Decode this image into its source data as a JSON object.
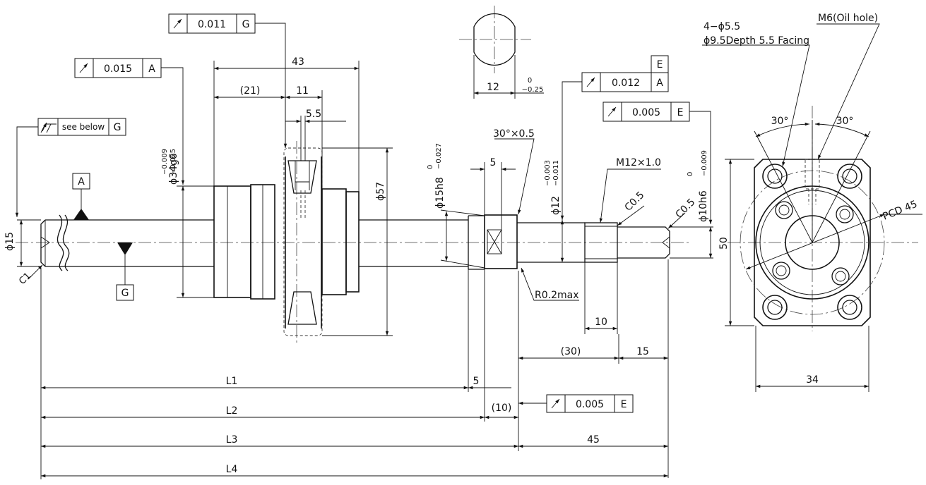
{
  "drawing": {
    "tolerance_frames": [
      {
        "symbol": "runout-arrow",
        "value": "0.011",
        "datum": "G"
      },
      {
        "symbol": "runout-arrow",
        "value": "0.015",
        "datum": "A"
      },
      {
        "symbol": "total-runout-arrows",
        "value": "see below",
        "datum": "G"
      },
      {
        "symbol": "runout-arrow",
        "value": "0.012",
        "datum": "A"
      },
      {
        "symbol": "runout-arrow",
        "value": "0.005",
        "datum": "E"
      },
      {
        "symbol": "runout-arrow",
        "value": "0.005",
        "datum": "E"
      }
    ],
    "datums": {
      "a": "A",
      "g": "G",
      "e": "E"
    },
    "dims": {
      "d43": "43",
      "d21": "(21)",
      "d11": "11",
      "d5_5": "5.5",
      "d34g6": "ϕ34g6",
      "d34g6_up": "−0.009",
      "d34g6_lo": "−0.025",
      "d57": "ϕ57",
      "d15": "ϕ15",
      "c1": "C1",
      "d12w": "12",
      "d12w_up": "0",
      "d12w_lo": "−0.25",
      "d30x05": "30°×0.5",
      "d5": "5",
      "d15h8": "ϕ15h8",
      "d15h8_up": "0",
      "d15h8_lo": "−0.027",
      "d12": "ϕ12",
      "d12_up": "−0.003",
      "d12_lo": "−0.011",
      "m12": "M12×1.0",
      "c05a": "C0.5",
      "c05b": "C0.5",
      "d10h6": "ϕ10h6",
      "d10h6_up": "0",
      "d10h6_lo": "−0.009",
      "r02": "R0.2max",
      "d10": "10",
      "d30p": "(30)",
      "d15b": "15",
      "l1": "L1",
      "d5b": "5",
      "l2": "L2",
      "d10p": "(10)",
      "l3": "L3",
      "d45": "45",
      "l4": "L4",
      "holes": "4−ϕ5.5",
      "facing": "ϕ9.5Depth 5.5 Facing",
      "oil": "M6(Oil hole)",
      "ang1": "30°",
      "ang2": "30°",
      "pcd": "PCD 45",
      "d50": "50",
      "d34": "34"
    }
  }
}
